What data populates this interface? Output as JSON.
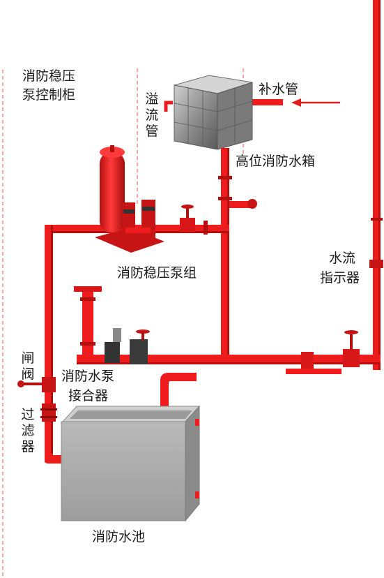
{
  "labels": {
    "control_cabinet_line1": "消防稳压",
    "control_cabinet_line2": "泵控制柜",
    "overflow_pipe": "溢流管",
    "makeup_pipe": "补水管",
    "high_tank": "高位消防水箱",
    "pump_group": "消防稳压泵组",
    "flow_indicator_line1": "水流",
    "flow_indicator_line2": "指示器",
    "gate_valve": "闸阀",
    "filter": "过滤器",
    "adapter_line1": "消防水泵",
    "adapter_line2": "接合器",
    "pool": "消防水池"
  },
  "colors": {
    "pipe": "#ee1c1c",
    "pipe_dark": "#b30f0f",
    "tank_steel": "#8c8c8c",
    "pool_gray": "#bdbdbd",
    "arrow": "#e02020",
    "dashed_line": "#f08a8a"
  }
}
